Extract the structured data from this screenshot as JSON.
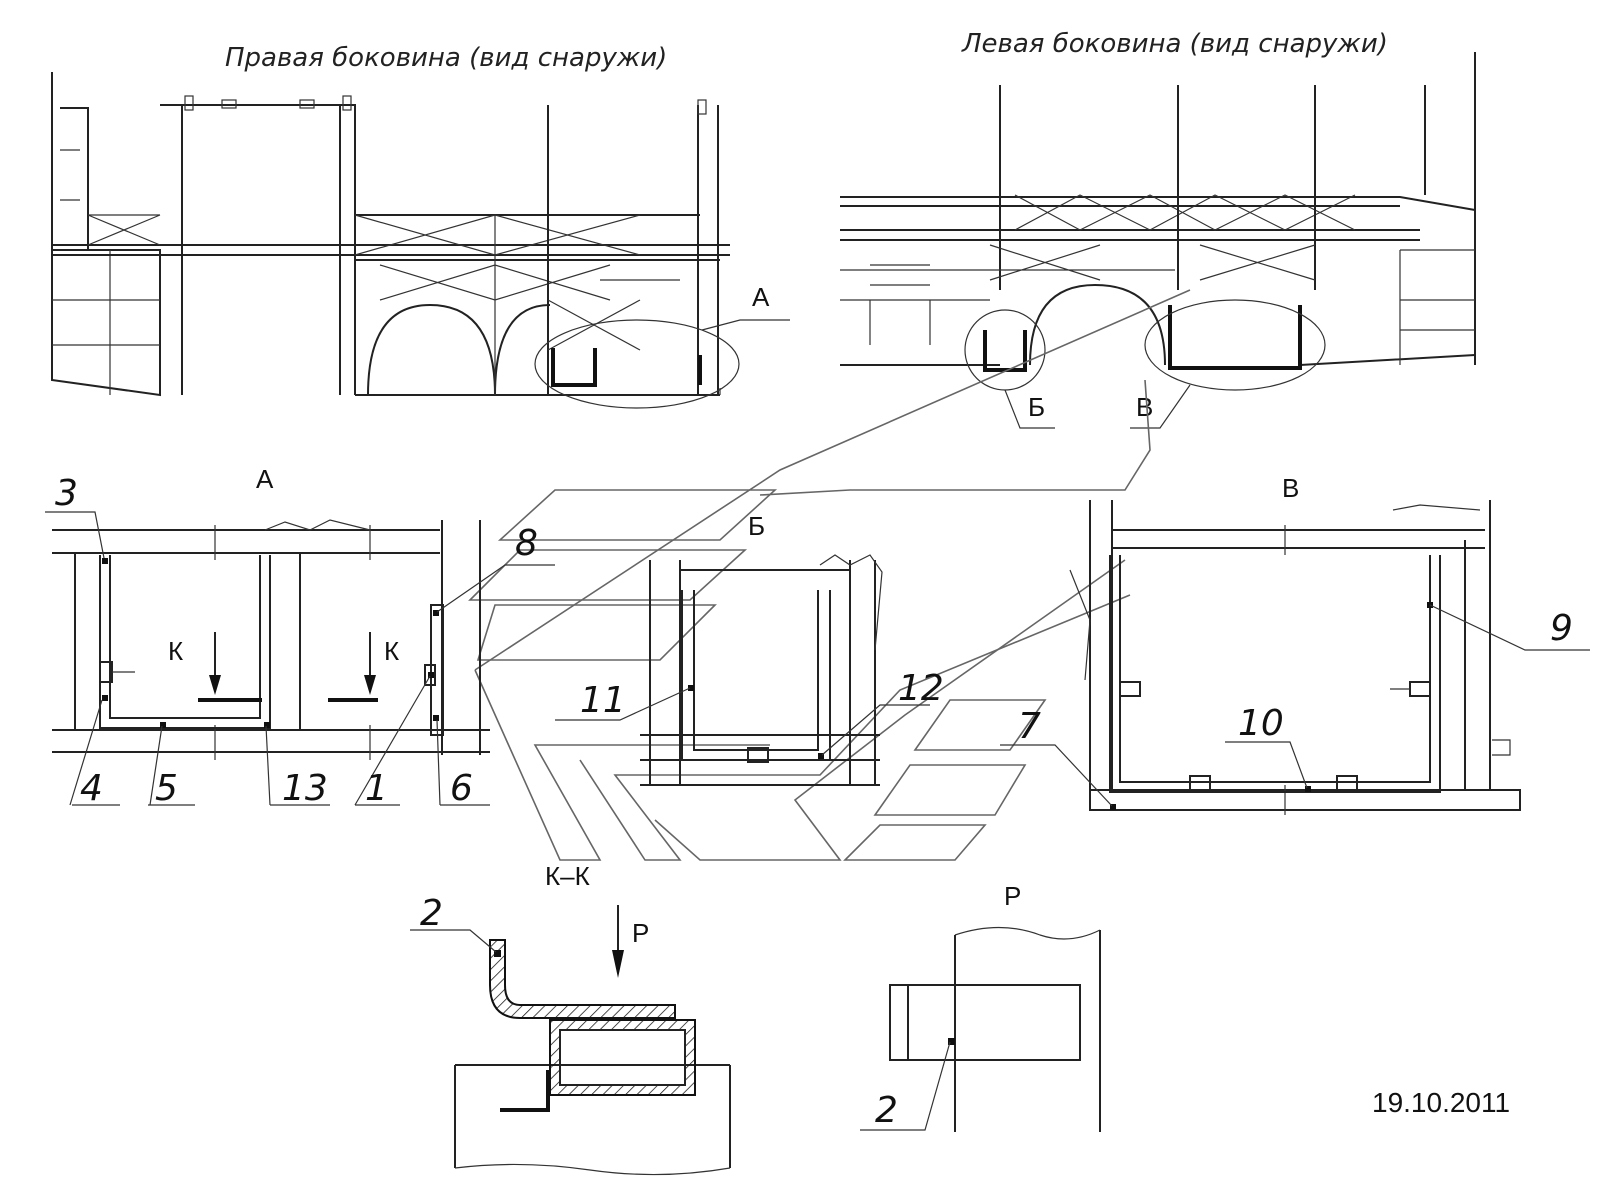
{
  "titles": {
    "right_side": "Правая боковина (вид снаружи)",
    "left_side": "Левая боковина (вид снаружи)"
  },
  "views": {
    "a": "А",
    "b": "Б",
    "v": "В",
    "k": "К",
    "kk": "К–К",
    "p": "Р"
  },
  "callouts": {
    "n1": "1",
    "n2": "2",
    "n3": "3",
    "n4": "4",
    "n5": "5",
    "n6": "6",
    "n7": "7",
    "n8": "8",
    "n9": "9",
    "n10": "10",
    "n11": "11",
    "n12": "12",
    "n13": "13"
  },
  "date": "19.10.2011"
}
